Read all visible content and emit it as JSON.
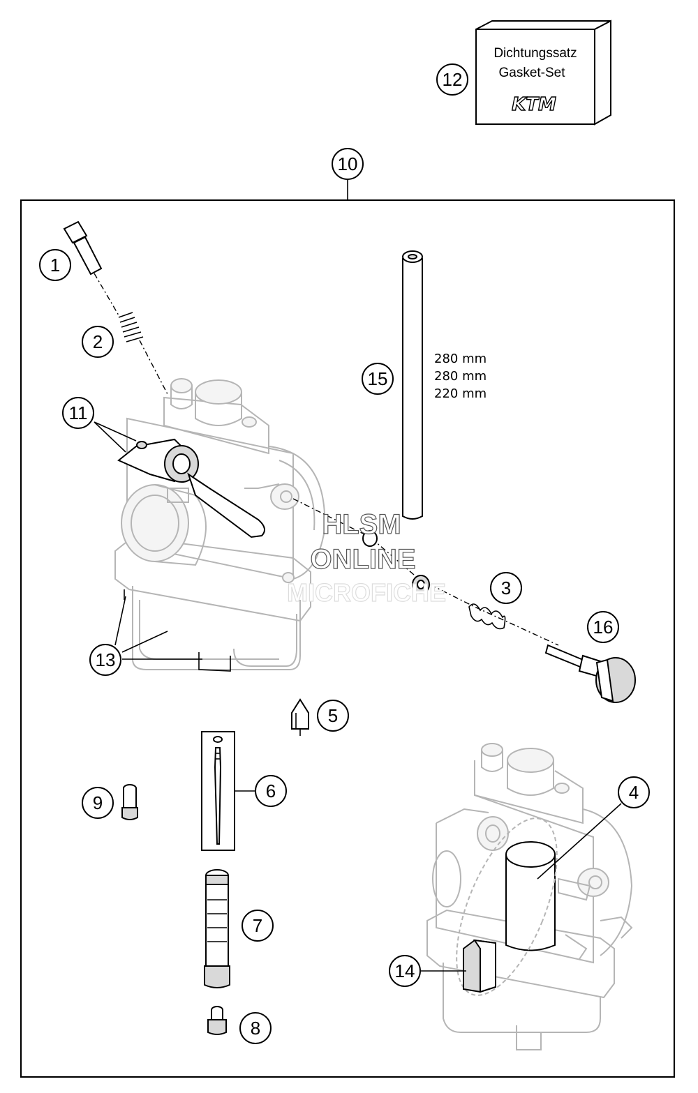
{
  "gasket_set": {
    "line1": "Dichtungssatz",
    "line2": "Gasket-Set",
    "logo": "KTM"
  },
  "callouts": [
    "1",
    "2",
    "3",
    "4",
    "5",
    "6",
    "7",
    "8",
    "9",
    "10",
    "11",
    "12",
    "13",
    "14",
    "15",
    "16"
  ],
  "hose_lengths": [
    "280 mm",
    "280 mm",
    "220 mm"
  ],
  "watermark": [
    "HLSM",
    "ONLINE",
    "MICROFICHE"
  ]
}
